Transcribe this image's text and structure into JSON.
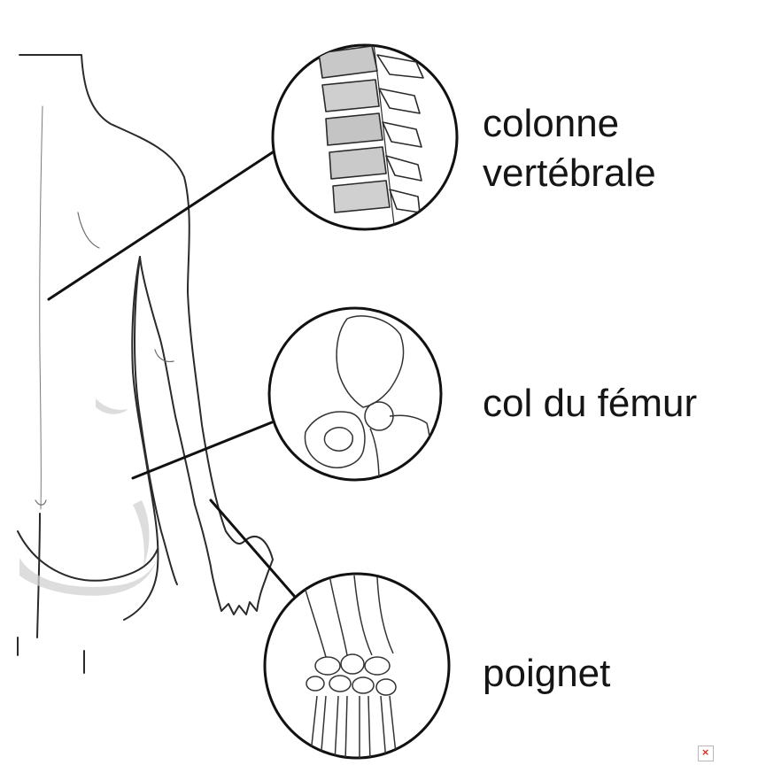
{
  "labels": {
    "spine_line1": "colonne",
    "spine_line2": "vertébrale",
    "hip": "col du fémur",
    "wrist": "poignet"
  },
  "colors": {
    "ink": "#151515",
    "shade": "#c8c8c8",
    "background": "#ffffff"
  },
  "icons": {
    "corner": "broken-image-icon"
  }
}
